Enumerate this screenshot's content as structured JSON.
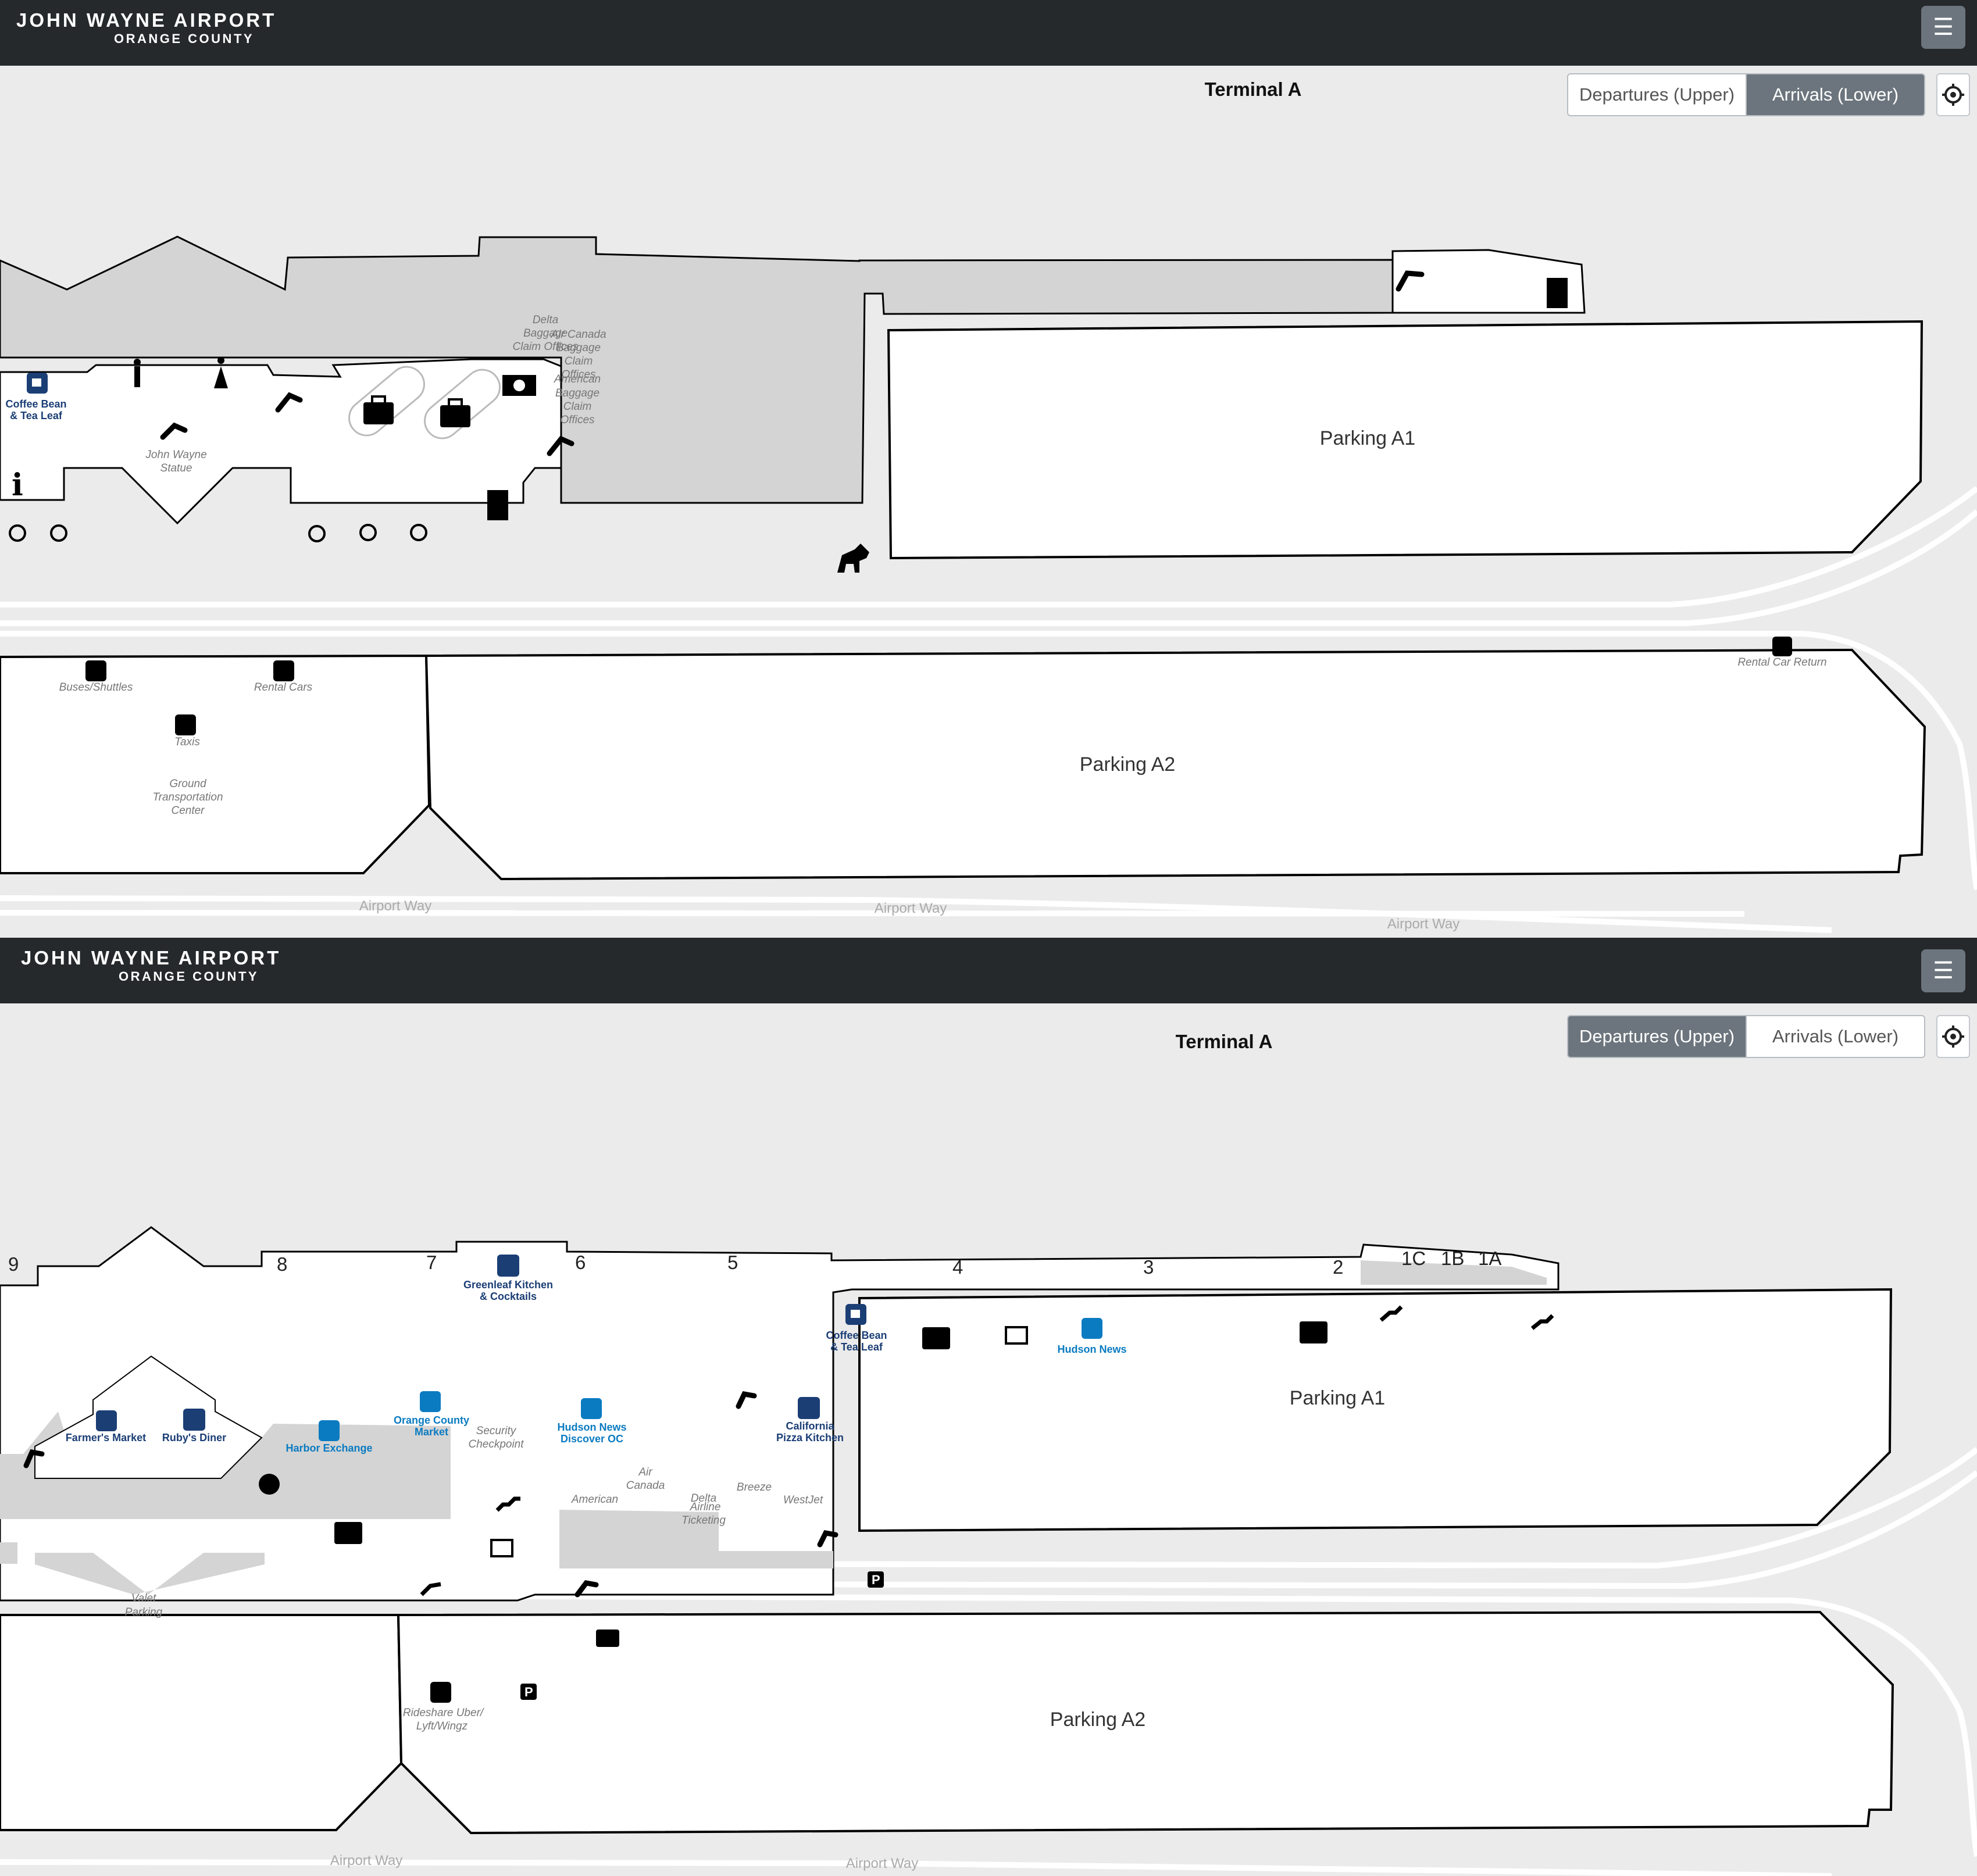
{
  "header": {
    "logo_main": "JOHN WAYNE AIRPORT",
    "logo_sub": "ORANGE COUNTY",
    "menu_icon": "hamburger-icon"
  },
  "level_toggle": {
    "departures": "Departures (Upper)",
    "arrivals": "Arrivals (Lower)",
    "locate_icon": "crosshair-locate-icon"
  },
  "colors": {
    "header_bg": "#25292c",
    "toggle_active": "#6c757d",
    "amenity_blue": "#0b7bc1",
    "dining_navy": "#1b3e75",
    "map_bg": "#ebebeb",
    "building_gray": "#d4d4d4"
  },
  "arrivals_view": {
    "title": "Terminal A",
    "active_level": "Arrivals (Lower)",
    "labels": {
      "coffee": "Coffee Bean",
      "coffee2": "& Tea Leaf",
      "statue1": "John Wayne",
      "statue2": "Statue",
      "delta1": "Delta",
      "delta2": "Baggage",
      "delta3": "Claim Offices",
      "aircanada1": "Air Canada",
      "aircanada2": "Baggage",
      "aircanada3": "Claim",
      "aircanada4": "Offices",
      "american1": "American",
      "american2": "Baggage",
      "american3": "Claim",
      "american4": "Offices",
      "parking_a1": "Parking A1",
      "parking_a2": "Parking A2",
      "buses": "Buses/Shuttles",
      "rental": "Rental Cars",
      "taxis": "Taxis",
      "gtc1": "Ground",
      "gtc2": "Transportation",
      "gtc3": "Center",
      "rental_return": "Rental Car Return",
      "road1": "Airport Way",
      "road2": "Airport Way",
      "road3": "Airport Way"
    }
  },
  "departures_view": {
    "title": "Terminal A",
    "active_level": "Departures (Upper)",
    "gates": [
      "9",
      "8",
      "7",
      "6",
      "5",
      "4",
      "3",
      "2",
      "1C",
      "1B",
      "1A"
    ],
    "labels": {
      "greenleaf1": "Greenleaf Kitchen",
      "greenleaf2": "& Cocktails",
      "farmers": "Farmer's Market",
      "rubys": "Ruby's Diner",
      "harbor": "Harbor Exchange",
      "ocmarket1": "Orange County",
      "ocmarket2": "Market",
      "security1": "Security",
      "security2": "Checkpoint",
      "hudson_discover1": "Hudson News",
      "hudson_discover2": "Discover OC",
      "cpk1": "California",
      "cpk2": "Pizza Kitchen",
      "coffee1": "Coffee Bean",
      "coffee2": "& Tea Leaf",
      "hudson": "Hudson News",
      "aircanada1": "Air",
      "aircanada2": "Canada",
      "american": "American",
      "delta1": "Delta",
      "delta2": "Airline",
      "ticketing": "Ticketing",
      "breeze": "Breeze",
      "westjet": "WestJet",
      "valet1": "Valet",
      "valet2": "Parking",
      "rideshare1": "Rideshare Uber/",
      "rideshare2": "Lyft/Wingz",
      "parking_a1": "Parking A1",
      "parking_a2": "Parking A2",
      "road1": "Airport Way",
      "road2": "Airport Way"
    }
  }
}
